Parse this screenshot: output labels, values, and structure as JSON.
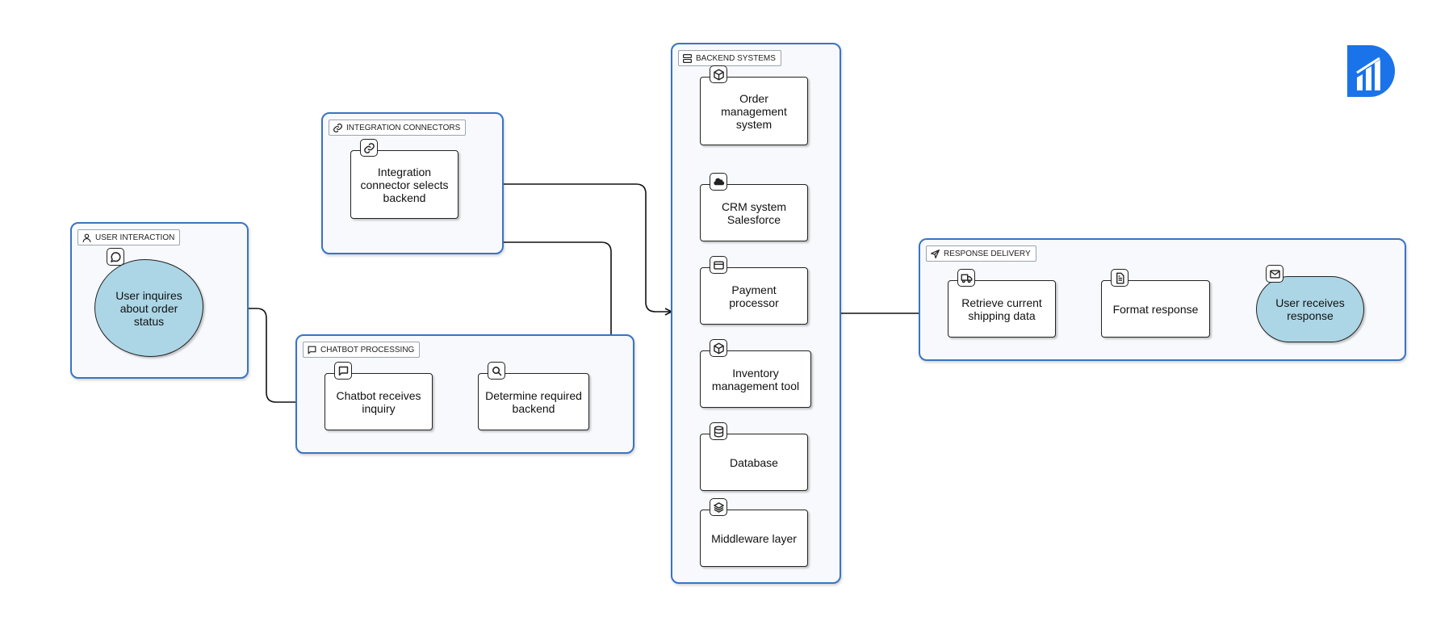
{
  "groups": {
    "user_interaction": "USER INTERACTION",
    "integration_connectors": "INTEGRATION CONNECTORS",
    "chatbot_processing": "CHATBOT PROCESSING",
    "backend_systems": "BACKEND SYSTEMS",
    "response_delivery": "RESPONSE DELIVERY"
  },
  "nodes": {
    "user_inquires": "User inquires about order status",
    "integration_connector": "Integration connector selects backend",
    "chatbot_receives": "Chatbot receives inquiry",
    "determine_backend": "Determine required backend",
    "order_management": "Order management system",
    "crm": "CRM system Salesforce",
    "payment": "Payment processor",
    "inventory": "Inventory management tool",
    "database": "Database",
    "middleware": "Middleware layer",
    "retrieve_shipping": "Retrieve current shipping data",
    "format_response": "Format response",
    "user_receives": "User receives response"
  },
  "icons": {
    "user_interaction": "user-icon",
    "integration_connectors": "link-icon",
    "chatbot_processing": "message-square-icon",
    "backend_systems": "server-icon",
    "response_delivery": "send-icon",
    "user_inquires": "message-circle-icon",
    "integration_connector": "link-icon",
    "chatbot_receives": "message-square-icon",
    "determine_backend": "search-icon",
    "order_management": "package-icon",
    "crm": "salesforce-cloud-icon",
    "payment": "credit-card-icon",
    "inventory": "package-icon",
    "database": "database-icon",
    "middleware": "layers-icon",
    "retrieve_shipping": "truck-icon",
    "format_response": "file-text-icon",
    "user_receives": "mail-icon",
    "logo": "brand-logo-icon"
  },
  "colors": {
    "group_border": "#3a74c2",
    "group_fill": "#f7f9fc",
    "terminal_fill": "#acd6e6",
    "logo": "#1a73e8",
    "edge": "#111111"
  }
}
